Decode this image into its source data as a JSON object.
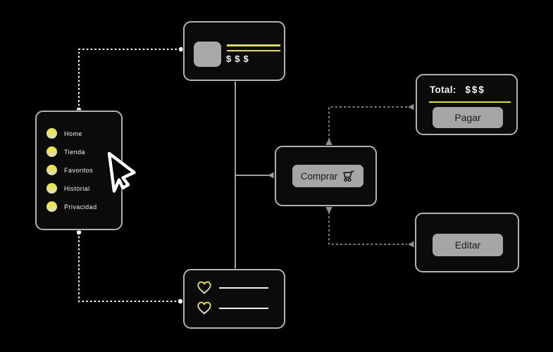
{
  "menu": {
    "items": [
      {
        "label": "Home"
      },
      {
        "label": "Tienda"
      },
      {
        "label": "Favoritos"
      },
      {
        "label": "Historial"
      },
      {
        "label": "Privacidad"
      }
    ]
  },
  "product_card": {
    "price_text": "$$$"
  },
  "comprar": {
    "button_label": "Comprar"
  },
  "total": {
    "label": "Total:",
    "amount": "$$$",
    "pay_button_label": "Pagar"
  },
  "editar": {
    "button_label": "Editar"
  },
  "icons": {
    "cart": "shopping-cart outline glyph",
    "heart": "heart outline glyph, yellow-to-white gradient",
    "menu_bullet": "filled circle, yellow-to-white gradient",
    "cursor": "mouse pointer arrow, white outline, pointing right",
    "image_placeholder": "gray rounded square"
  },
  "colors": {
    "background": "#000000",
    "node_fill": "#0b0b0b",
    "node_border": "#b2b2b2",
    "button_gray": "#a6a6a6",
    "button_text": "#1a1a1a",
    "accent_yellow": "#e7e11d",
    "white_connector": "#ffffff",
    "gray_connector": "#909090"
  }
}
